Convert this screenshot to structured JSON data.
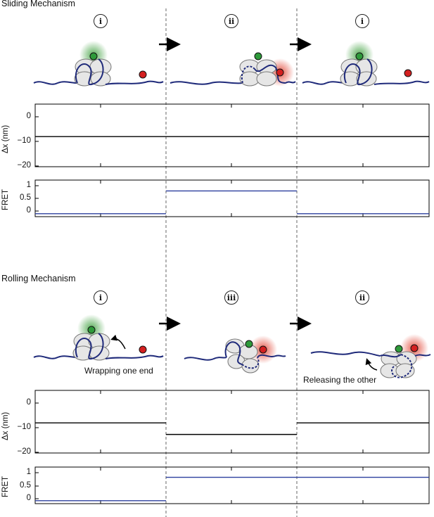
{
  "sliding": {
    "title": "Sliding Mechanism",
    "stages": [
      "i",
      "ii",
      "i"
    ],
    "dx_label": "Δx (nm)",
    "fret_label": "FRET",
    "dx_ticks": [
      "0",
      "−10",
      "−20"
    ],
    "fret_ticks": [
      "1",
      "0.5",
      "0"
    ]
  },
  "rolling": {
    "title": "Rolling Mechanism",
    "stages": [
      "i",
      "iii",
      "ii"
    ],
    "dx_label": "Δx (nm)",
    "fret_label": "FRET",
    "dx_ticks": [
      "0",
      "−10",
      "−20"
    ],
    "fret_ticks": [
      "1",
      "0.5",
      "0"
    ],
    "annotation_left": "Wrapping one end",
    "annotation_right": "Releasing the other"
  },
  "colors": {
    "dna": "#1f2a7a",
    "donor": "#2e9a3a",
    "acceptor": "#d42020",
    "histone": "#e6e6e6",
    "dx_trace": "#000000",
    "fret_trace": "#2b3f9e"
  },
  "chart_data": [
    {
      "type": "line",
      "section": "sliding",
      "ylabel": "Δx (nm)",
      "ylim": [
        -22,
        5
      ],
      "segments": [
        {
          "stage": 1,
          "value": -9
        },
        {
          "stage": 2,
          "value": -9
        },
        {
          "stage": 3,
          "value": -9
        }
      ]
    },
    {
      "type": "line",
      "section": "sliding",
      "ylabel": "FRET",
      "ylim": [
        -0.1,
        1.15
      ],
      "segments": [
        {
          "stage": 1,
          "value": 0
        },
        {
          "stage": 2,
          "value": 0.78
        },
        {
          "stage": 3,
          "value": 0
        }
      ]
    },
    {
      "type": "line",
      "section": "rolling",
      "ylabel": "Δx (nm)",
      "ylim": [
        -22,
        5
      ],
      "segments": [
        {
          "stage": 1,
          "value": -9
        },
        {
          "stage": 2,
          "value": -14
        },
        {
          "stage": 3,
          "value": -9
        }
      ]
    },
    {
      "type": "line",
      "section": "rolling",
      "ylabel": "FRET",
      "ylim": [
        -0.1,
        1.15
      ],
      "segments": [
        {
          "stage": 1,
          "value": 0
        },
        {
          "stage": 2,
          "value": 0.8
        },
        {
          "stage": 3,
          "value": 0.8
        }
      ]
    }
  ]
}
